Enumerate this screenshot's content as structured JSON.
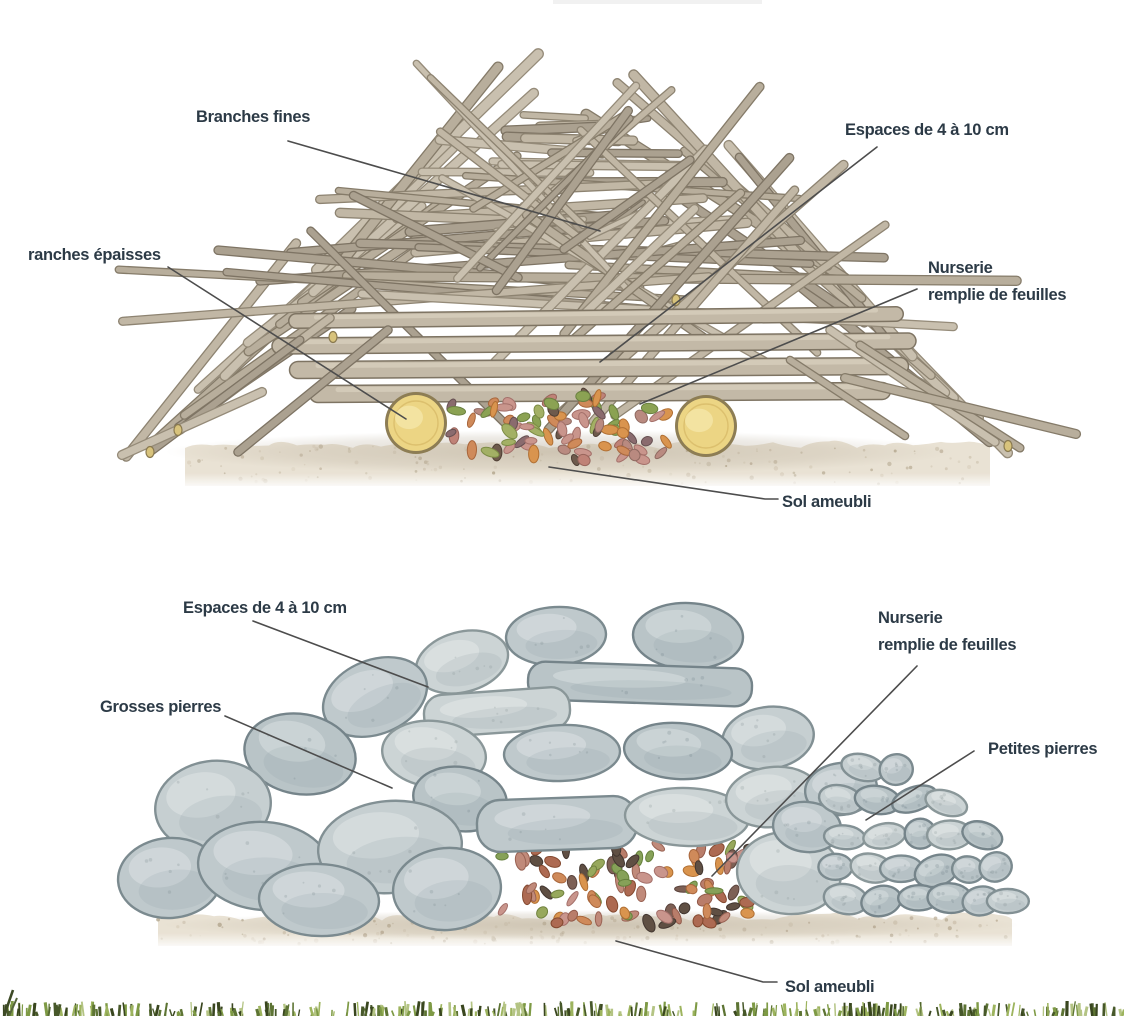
{
  "wood_diagram": {
    "labels": {
      "branches_fines": "Branches fines",
      "espaces": "Espaces de 4 à 10 cm",
      "branches_epaisses": "ranches épaisses",
      "nurserie_l1": "Nurserie",
      "nurserie_l2": "remplie de feuilles",
      "sol_ameubli": "Sol ameubli"
    }
  },
  "stone_diagram": {
    "labels": {
      "espaces": "Espaces de 4 à 10 cm",
      "grosses_pierres": "Grosses pierres",
      "nurserie_l1": "Nurserie",
      "nurserie_l2": "remplie de feuilles",
      "petites_pierres": "Petites pierres",
      "sol_ameubli": "Sol ameubli"
    }
  },
  "colors": {
    "label_text": "#2c3a46",
    "leader_line": "#4d4d4d",
    "branch_fill": "#b8ae9c",
    "branch_outline": "#857b69",
    "log_end_yellow": "#ecd584",
    "leaf_rose": "#c9958c",
    "leaf_orange": "#d9944e",
    "leaf_green": "#a3b065",
    "stone_fill": "#c6cfd1",
    "stone_outline": "#829094",
    "soil": "#e9e2d4",
    "grass_green": "#7e9a45"
  }
}
